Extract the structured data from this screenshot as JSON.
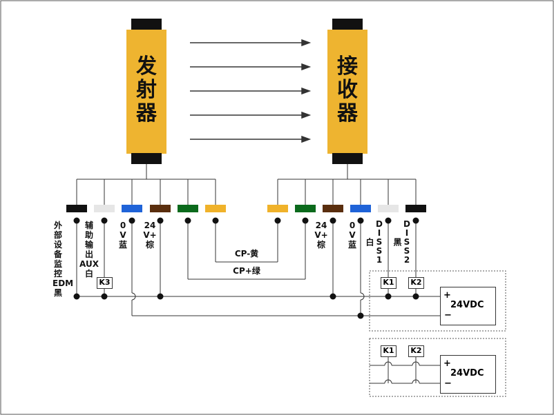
{
  "emitter": {
    "label": "发\n射\n器"
  },
  "receiver": {
    "label": "接\n收\n器"
  },
  "emitter_terminals": [
    {
      "label": "外\n部\n设\n备\n监\n控\nEDM\n黑",
      "color": "#111111"
    },
    {
      "label": "辅\n助\n输\n出\nAUX\n白",
      "color": "#e6e6e6"
    },
    {
      "label": "0\nV\n蓝",
      "color": "#1f63d8"
    },
    {
      "label": "24\nV+\n棕",
      "color": "#5a2e0e"
    },
    {
      "label": "",
      "color": "#0b6a1c"
    },
    {
      "label": "",
      "color": "#f0b22a"
    }
  ],
  "receiver_terminals": [
    {
      "label": "",
      "color": "#f0b22a"
    },
    {
      "label": "",
      "color": "#0b6a1c"
    },
    {
      "label": "24\nV+\n棕",
      "color": "#5a2e0e"
    },
    {
      "label": "0\nV\n蓝",
      "color": "#1f63d8"
    },
    {
      "label": "DISS1白",
      "color": "#e6e6e6"
    },
    {
      "label": "DISS2黑",
      "color": "#111111"
    }
  ],
  "wires": {
    "cp_yellow": "CP-黄",
    "cp_green": "CP+绿"
  },
  "relays": {
    "k1": "K1",
    "k2": "K2",
    "k3": "K3"
  },
  "supply": {
    "voltage": "24VDC",
    "plus": "+",
    "minus": "−"
  },
  "colors": {
    "sensor_body": "#eeb430",
    "cap": "#111111",
    "wire": "#333333"
  }
}
